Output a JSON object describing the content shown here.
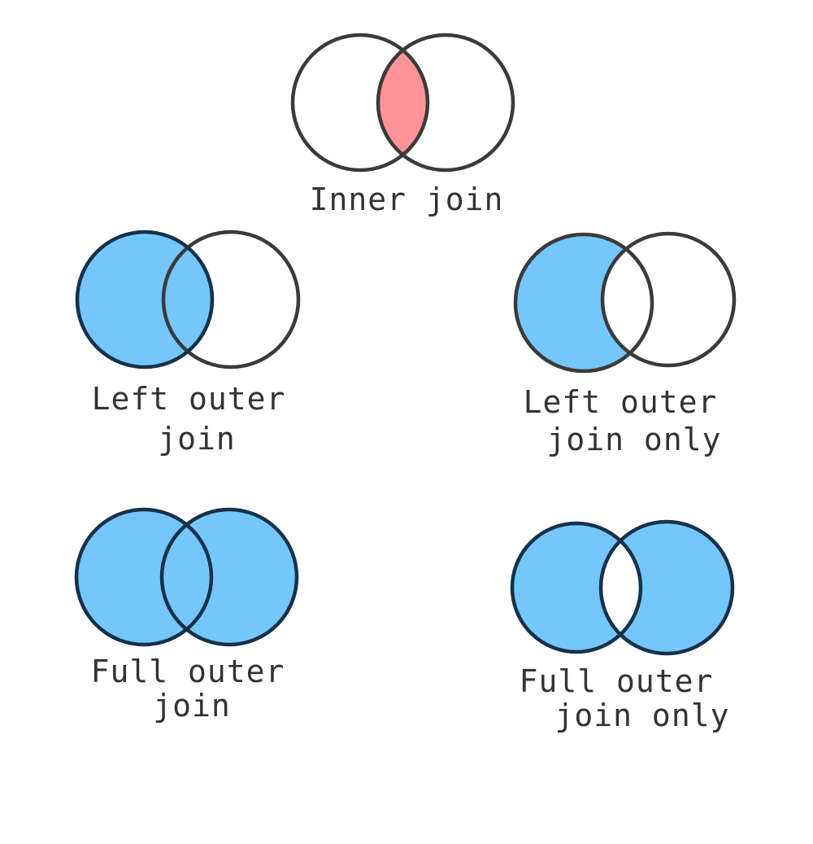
{
  "colors": {
    "inner_fill": "#ff9398",
    "outer_fill": "#74c7fc",
    "outline": "#3a3a3a",
    "outline_dark": "#16314a",
    "label": "#333333",
    "background": "#ffffff"
  },
  "joins": {
    "inner": {
      "label": "Inner join"
    },
    "left_outer": {
      "label_line1": "Left outer",
      "label_line2": "join"
    },
    "left_outer_only": {
      "label_line1": "Left outer",
      "label_line2": "join only"
    },
    "full_outer": {
      "label_line1": "Full outer",
      "label_line2": "join"
    },
    "full_outer_only": {
      "label_line1": "Full outer",
      "label_line2": "join only"
    }
  }
}
